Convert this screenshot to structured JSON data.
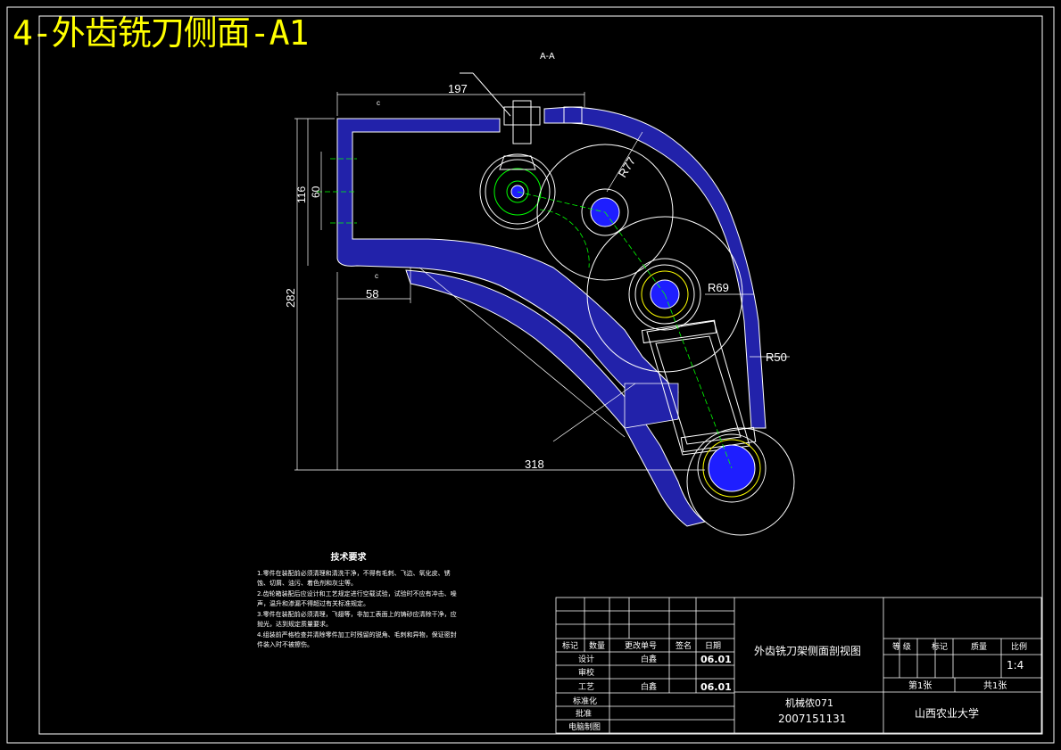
{
  "title": "4-外齿铣刀侧面-A1",
  "section_label": "A-A",
  "section_marks": {
    "c": "c"
  },
  "dimensions": {
    "d197": "197",
    "d116": "116",
    "d60": "60",
    "d282": "282",
    "d58": "58",
    "d318": "318",
    "r77": "R77",
    "r69": "R69",
    "r50": "R50"
  },
  "tech_requirements": {
    "heading": "技术要求",
    "items": [
      "1.零件在装配前必须清理和清洗干净，不得有毛刺、飞边、氧化皮、锈蚀、切屑、油污、着色剂和灰尘等。",
      "2.齿轮箱装配后应设计和工艺规定进行空载试验，试验时不应有冲击、噪声，温升和渗漏不得超过有关标准规定。",
      "3.零件在装配前必须清理，飞翅等，非加工表面上的铸砂应清除干净，应抛光，达到规定质量要求。",
      "4.组装前严格检查并清除零件加工时残留的锐角、毛刺和异物，保证密封件装入时不被擦伤。"
    ]
  },
  "title_block": {
    "header_cols": [
      "标记",
      "数量",
      "更改单号",
      "签名",
      "日期"
    ],
    "rows": [
      {
        "label": "设计",
        "name": "白鑫",
        "date": "06.01"
      },
      {
        "label": "审校",
        "name": "",
        "date": ""
      },
      {
        "label": "工艺",
        "name": "白鑫",
        "date": "06.01"
      },
      {
        "label": "标准化",
        "name": "",
        "date": ""
      },
      {
        "label": "批准",
        "name": "",
        "date": ""
      },
      {
        "label": "电脑制图",
        "name": "",
        "date": ""
      }
    ],
    "drawing_name": "外齿铣刀架侧面剖视图",
    "class_name": "机械侬071",
    "student_id": "2007151131",
    "right_headers": [
      "等 级",
      "标记",
      "质量",
      "比例"
    ],
    "scale": "1:4",
    "sheet": "第1张",
    "total_sheets": "共1张",
    "school": "山西农业大学"
  },
  "colors": {
    "background": "#000000",
    "frame": "#ffffff",
    "title": "#ffff00",
    "section_fill": "#2222aa",
    "bore_fill": "#1e1eff",
    "gear_lines": "#ffffff",
    "center_lines": "#00ff00",
    "hidden_lines": "#ffff00"
  }
}
